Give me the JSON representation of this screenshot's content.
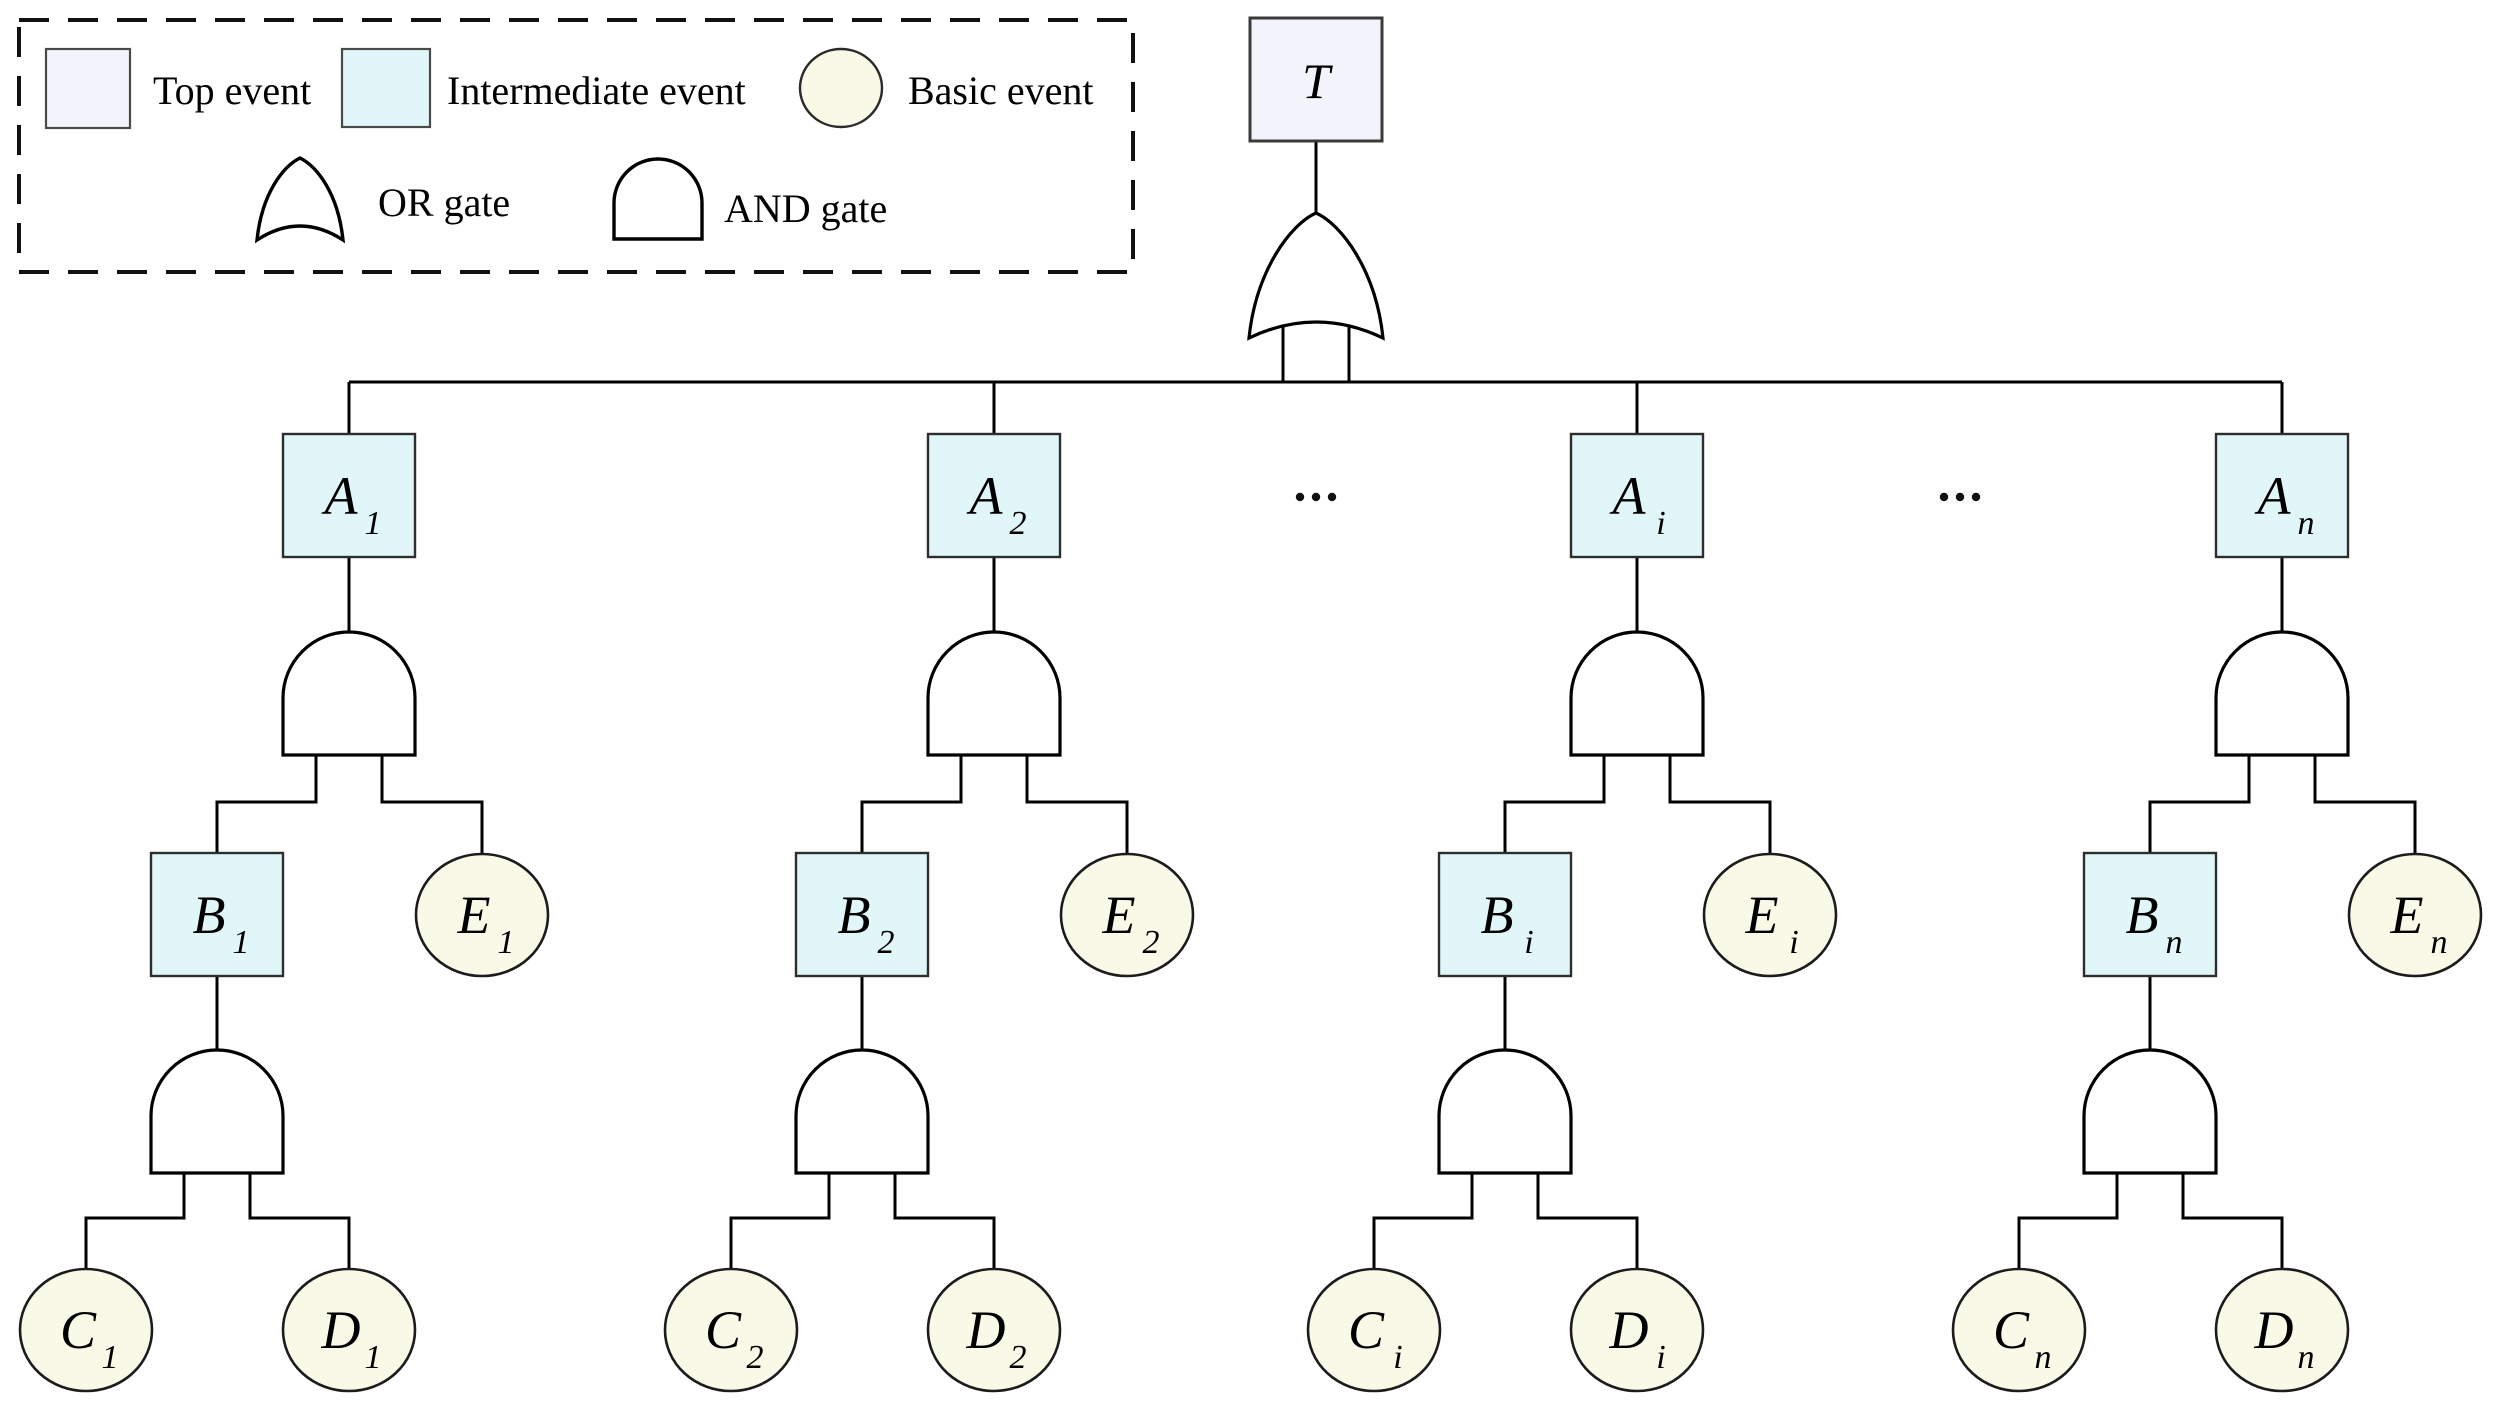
{
  "figure": {
    "type": "fault-tree-diagram",
    "background": "#ffffff"
  },
  "legend": {
    "top_event_label": "Top event",
    "intermediate_event_label": "Intermediate event",
    "basic_event_label": "Basic event",
    "or_gate_label": "OR gate",
    "and_gate_label": "AND gate"
  },
  "tree": {
    "top_event_label": "T",
    "ellipsis": "...",
    "branches": [
      {
        "a_base": "A",
        "a_sub": "1",
        "b_base": "B",
        "b_sub": "1",
        "c_base": "C",
        "c_sub": "1",
        "d_base": "D",
        "d_sub": "1",
        "e_base": "E",
        "e_sub": "1"
      },
      {
        "a_base": "A",
        "a_sub": "2",
        "b_base": "B",
        "b_sub": "2",
        "c_base": "C",
        "c_sub": "2",
        "d_base": "D",
        "d_sub": "2",
        "e_base": "E",
        "e_sub": "2"
      },
      {
        "a_base": "A",
        "a_sub": "i",
        "b_base": "B",
        "b_sub": "i",
        "c_base": "C",
        "c_sub": "i",
        "d_base": "D",
        "d_sub": "i",
        "e_base": "E",
        "e_sub": "i"
      },
      {
        "a_base": "A",
        "a_sub": "n",
        "b_base": "B",
        "b_sub": "n",
        "c_base": "C",
        "c_sub": "n",
        "d_base": "D",
        "d_sub": "n",
        "e_base": "E",
        "e_sub": "n"
      }
    ]
  },
  "colors": {
    "top_event_fill": "#f3f4fb",
    "intermediate_event_fill": "#e1f6f9",
    "basic_event_fill": "#f9f9e8",
    "line_color": "#000000"
  }
}
